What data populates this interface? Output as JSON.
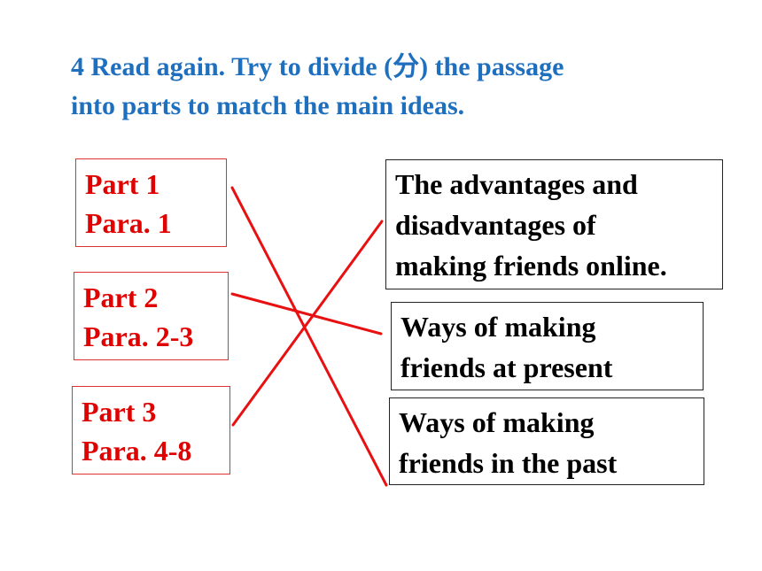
{
  "instruction": {
    "line1": "4 Read again. Try to divide (分) the passage",
    "line2": "into parts to match the main ideas."
  },
  "parts": [
    {
      "title": "Part 1",
      "paras": "Para. 1"
    },
    {
      "title": "Part 2",
      "paras": "Para. 2-3"
    },
    {
      "title": "Part 3",
      "paras": "Para. 4-8"
    }
  ],
  "main_ideas": [
    {
      "line1": "The advantages and",
      "line2": "disadvantages of",
      "line3": "making friends online."
    },
    {
      "line1": "Ways of making",
      "line2": "friends at present"
    },
    {
      "line1": "Ways of making",
      "line2": "friends in the past"
    }
  ],
  "matches": [
    {
      "part": "Part 1",
      "idea": "Ways of making friends in the past"
    },
    {
      "part": "Part 2",
      "idea": "Ways of making friends at present"
    },
    {
      "part": "Part 3",
      "idea": "The advantages and disadvantages of making friends online."
    }
  ],
  "colors": {
    "title": "#1f6fbf",
    "part_text": "#e00000",
    "match_line": "#e81010"
  }
}
